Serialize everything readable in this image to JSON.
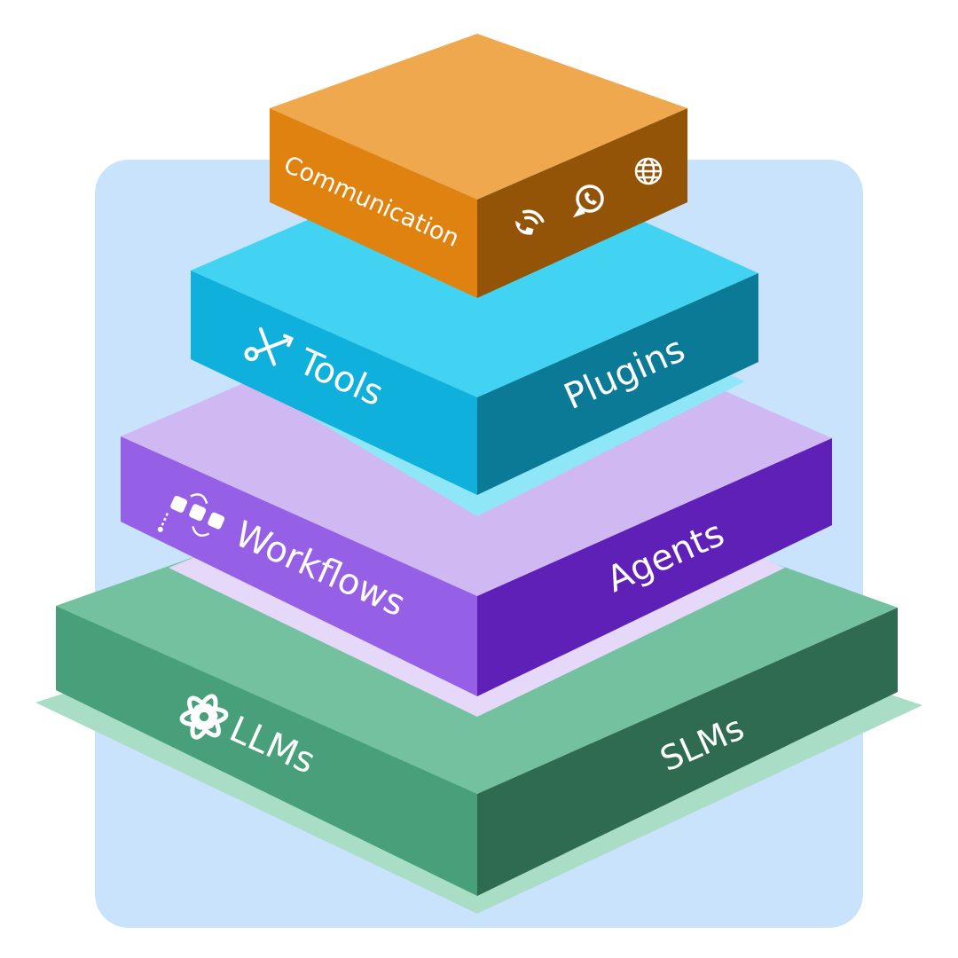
{
  "layers": [
    {
      "id": "communication",
      "left_label": "Communication",
      "right_label": "",
      "icons": [
        "phone-call-icon",
        "whatsapp-icon",
        "globe-icon"
      ],
      "colors": {
        "top": "#F0A84E",
        "left": "#E0820F",
        "right": "#945408"
      }
    },
    {
      "id": "tools",
      "left_label": "Tools",
      "right_label": "Plugins",
      "icons": [
        "tools-icon"
      ],
      "colors": {
        "top": "#43D3F2",
        "left": "#0FB0DC",
        "right": "#0A7A96",
        "glow": "#8FE6F6"
      }
    },
    {
      "id": "workflows",
      "left_label": "Workflows",
      "right_label": "Agents",
      "icons": [
        "workflow-icon"
      ],
      "colors": {
        "top": "#D0B8F2",
        "left": "#9660E6",
        "right": "#5E20B6",
        "glow": "#E6D8F8"
      }
    },
    {
      "id": "models",
      "left_label": "LLMs",
      "right_label": "SLMs",
      "icons": [
        "openai-icon"
      ],
      "colors": {
        "top": "#74C1A0",
        "left": "#47A07A",
        "right": "#2F6B50",
        "glow": "#A9DDC6"
      }
    }
  ],
  "background_panel_color": "#C9E3FC"
}
